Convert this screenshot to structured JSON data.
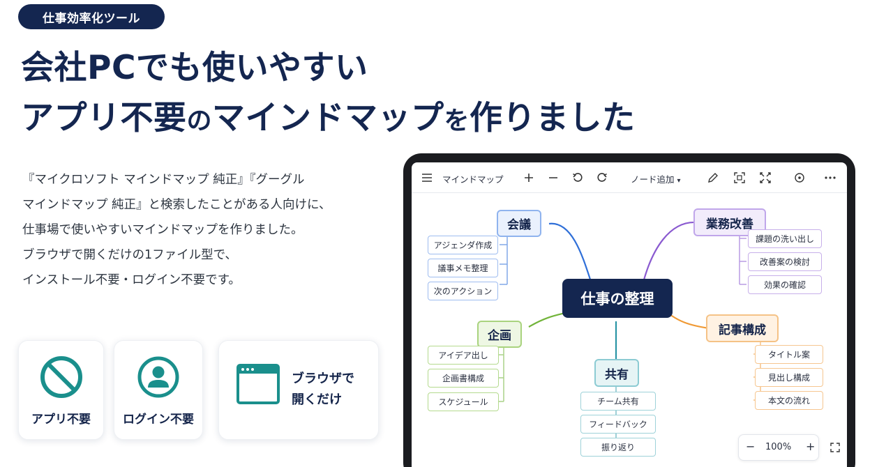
{
  "badge": "仕事効率化ツール",
  "headline": {
    "line1": "会社PCでも使いやすい",
    "line2_a": "アプリ不要",
    "line2_b": "の",
    "line2_c": "マインドマップ",
    "line2_d": "を",
    "line2_e": "作りました"
  },
  "description": [
    "『マイクロソフト マインドマップ 純正』『グーグル",
    "マインドマップ 純正』と検索したことがある人向けに、",
    "仕事場で使いやすいマインドマップを作りました。",
    "ブラウザで開くだけの1ファイル型で、",
    "インストール不要・ログイン不要です。"
  ],
  "features": {
    "no_app": "アプリ不要",
    "no_login": "ログイン不要",
    "browser_line1": "ブラウザで",
    "browser_line2": "開くだけ"
  },
  "toolbar": {
    "title": "マインドマップ",
    "add_node": "ノード追加"
  },
  "mindmap": {
    "center": "仕事の整理",
    "branches": {
      "meeting": {
        "label": "会議",
        "color": "#2f6fd8",
        "items": [
          "アジェンダ作成",
          "議事メモ整理",
          "次のアクション"
        ]
      },
      "improve": {
        "label": "業務改善",
        "color": "#8a5ad0",
        "items": [
          "課題の洗い出し",
          "改善案の検討",
          "効果の確認"
        ]
      },
      "plan": {
        "label": "企画",
        "color": "#72b43a",
        "items": [
          "アイデア出し",
          "企画書構成",
          "スケジュール"
        ]
      },
      "share": {
        "label": "共有",
        "color": "#2a95a5",
        "items": [
          "チーム共有",
          "フィードバック",
          "振り返り"
        ]
      },
      "article": {
        "label": "記事構成",
        "color": "#f09a35",
        "items": [
          "タイトル案",
          "見出し構成",
          "本文の流れ"
        ]
      }
    }
  },
  "zoom": "100%"
}
